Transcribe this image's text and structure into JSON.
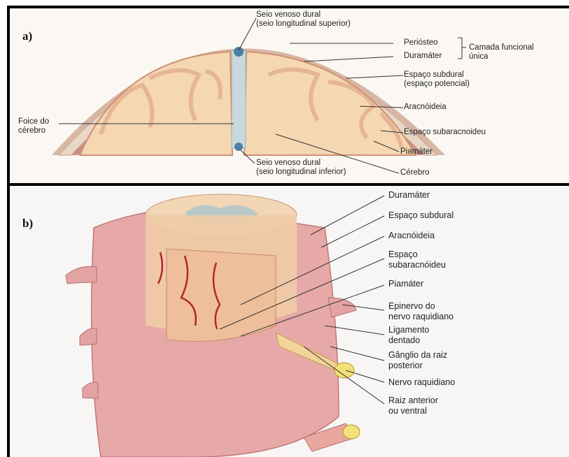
{
  "panel_a": {
    "label": "a)",
    "labels": {
      "seio_superior_1": "Seio venoso dural",
      "seio_superior_2": "(seio longitudinal superior)",
      "periosteo": "Periósteo",
      "duramater": "Duramáter",
      "camada_1": "Camada funcional",
      "camada_2": "única",
      "subdural_1": "Espaço subdural",
      "subdural_2": "(espaço potencial)",
      "aracnoideia": "Aracnóideia",
      "subaracnoideu": "Espaço subaracnoideu",
      "piamater": "Piamáter",
      "cerebro": "Cérebro",
      "foice_1": "Foice do",
      "foice_2": "cérebro",
      "seio_inferior_1": "Seio venoso dural",
      "seio_inferior_2": "(seio longitudinal inferior)"
    }
  },
  "panel_b": {
    "label": "b)",
    "labels": {
      "duramater": "Duramáter",
      "subdural": "Espaço subdural",
      "aracnoideia": "Aracnóideia",
      "subaracnoideu_1": "Espaço",
      "subaracnoideu_2": "subaracnóideu",
      "piamater": "Piamáter",
      "epinervo_1": "Epinervo do",
      "epinervo_2": "nervo raquidiano",
      "ligamento_1": "Ligamento",
      "ligamento_2": "dentado",
      "ganglio_1": "Gânglio da raiz",
      "ganglio_2": "posterior",
      "nervo": "Nervo raquidiano",
      "raiz_1": "Raiz anterior",
      "raiz_2": "ou ventral"
    }
  }
}
